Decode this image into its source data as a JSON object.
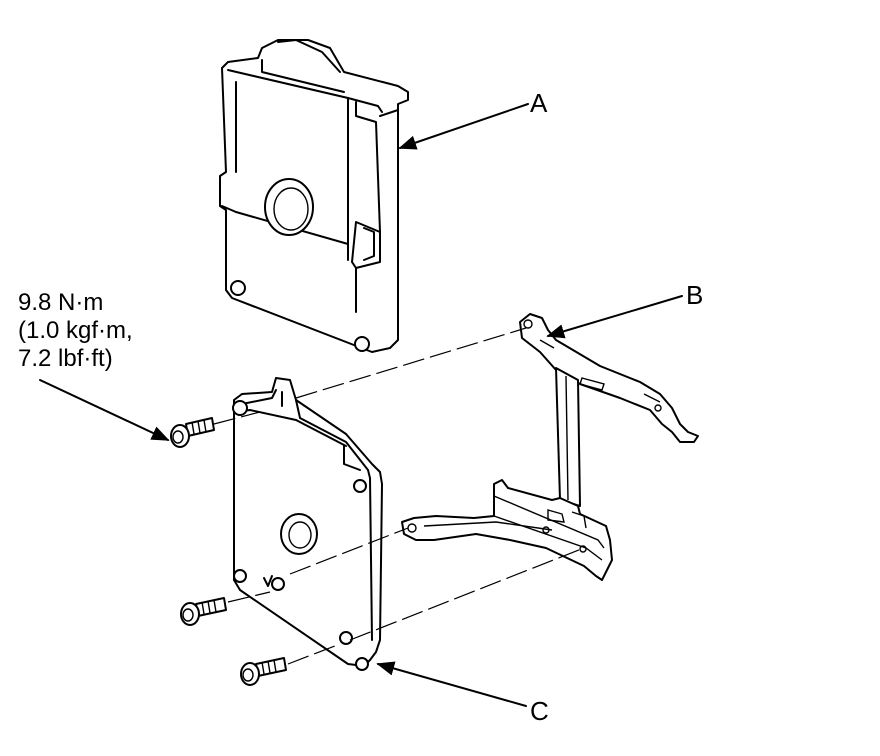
{
  "labels": {
    "A": "A",
    "B": "B",
    "C": "C"
  },
  "torque_spec": {
    "line1": "9.8 N·m",
    "line2": "(1.0 kgf·m,",
    "line3": "7.2 lbf·ft)"
  }
}
